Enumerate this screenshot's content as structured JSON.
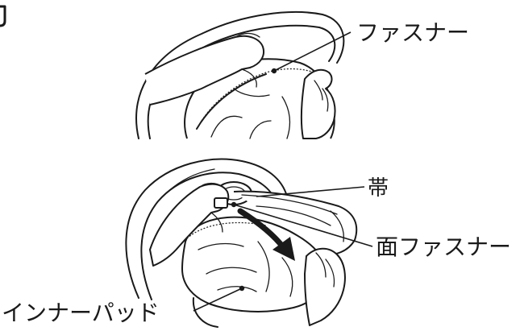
{
  "labels": {
    "fastener": "ファスナー",
    "band": "帯",
    "hook_loop_fastener": "面ファスナー",
    "inner_pad": "インナーパッド"
  },
  "colors": {
    "line": "#1a1a1a",
    "background": "#ffffff"
  }
}
